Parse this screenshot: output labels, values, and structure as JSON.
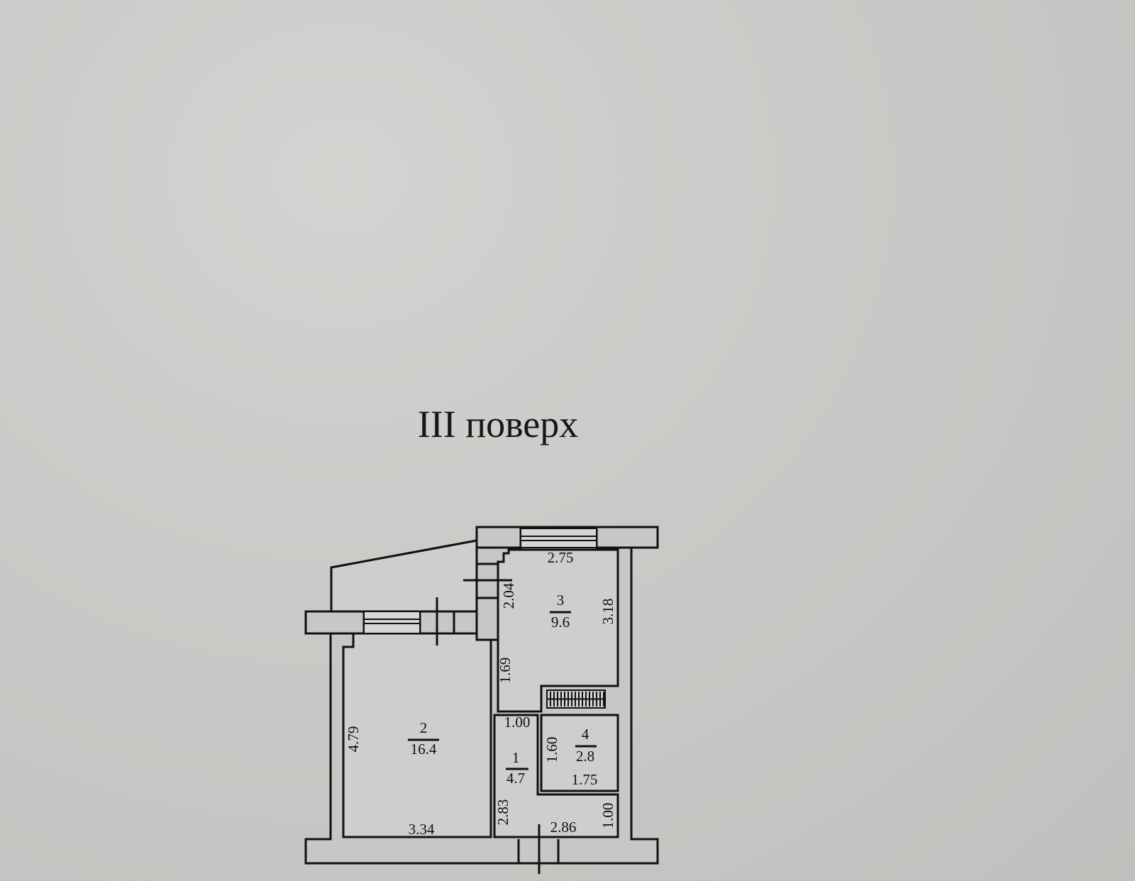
{
  "title": "III поверх",
  "rooms": [
    {
      "number": "1",
      "area": "4.7"
    },
    {
      "number": "2",
      "area": "16.4"
    },
    {
      "number": "3",
      "area": "9.6"
    },
    {
      "number": "4",
      "area": "2.8"
    }
  ],
  "dimensions": {
    "room3_top": "2.75",
    "room3_left_upper": "2.04",
    "room3_right": "3.18",
    "room3_left_lower": "1.69",
    "corridor_top": "1.00",
    "room2_left": "4.79",
    "room2_bottom": "3.34",
    "room4_left": "1.60",
    "room4_bottom": "1.75",
    "corridor_left": "2.83",
    "corridor_bottom": "2.86",
    "corridor_right": "1.00"
  }
}
